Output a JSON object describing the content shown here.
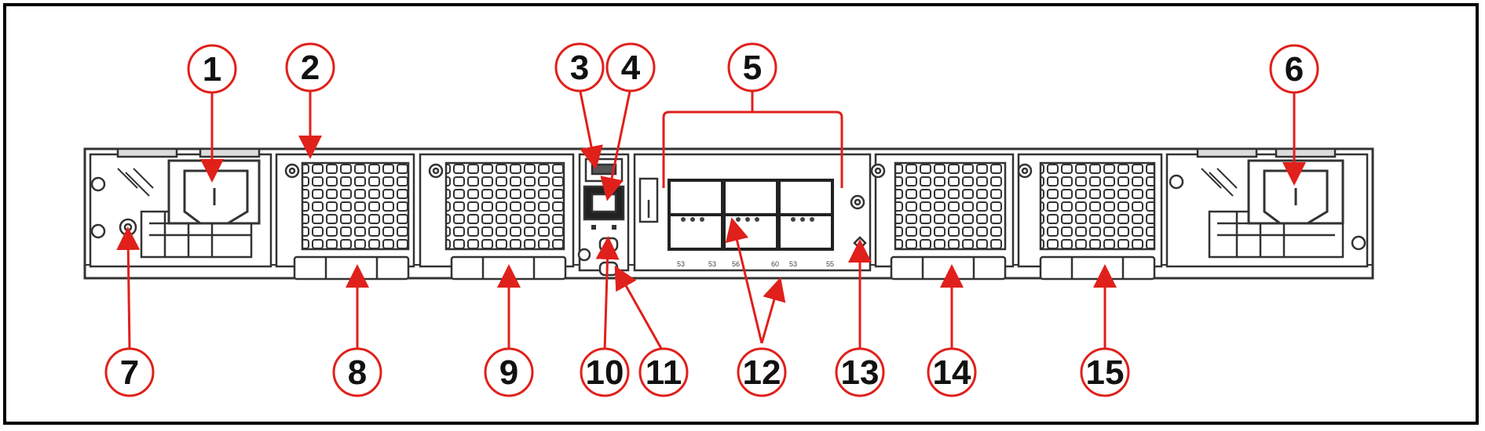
{
  "figure": {
    "callouts": [
      {
        "number": "1"
      },
      {
        "number": "2"
      },
      {
        "number": "3"
      },
      {
        "number": "4"
      },
      {
        "number": "5"
      },
      {
        "number": "6"
      },
      {
        "number": "7"
      },
      {
        "number": "8"
      },
      {
        "number": "9"
      },
      {
        "number": "10"
      },
      {
        "number": "11"
      },
      {
        "number": "12"
      },
      {
        "number": "13"
      },
      {
        "number": "14"
      },
      {
        "number": "15"
      }
    ],
    "port_labels": [
      "53",
      "53",
      "56",
      "60",
      "53",
      "55"
    ],
    "colors": {
      "callout_circle": "#e0201b",
      "callout_arrow": "#e0201b",
      "line_art": "#333333",
      "callout_text": "#111111"
    }
  }
}
